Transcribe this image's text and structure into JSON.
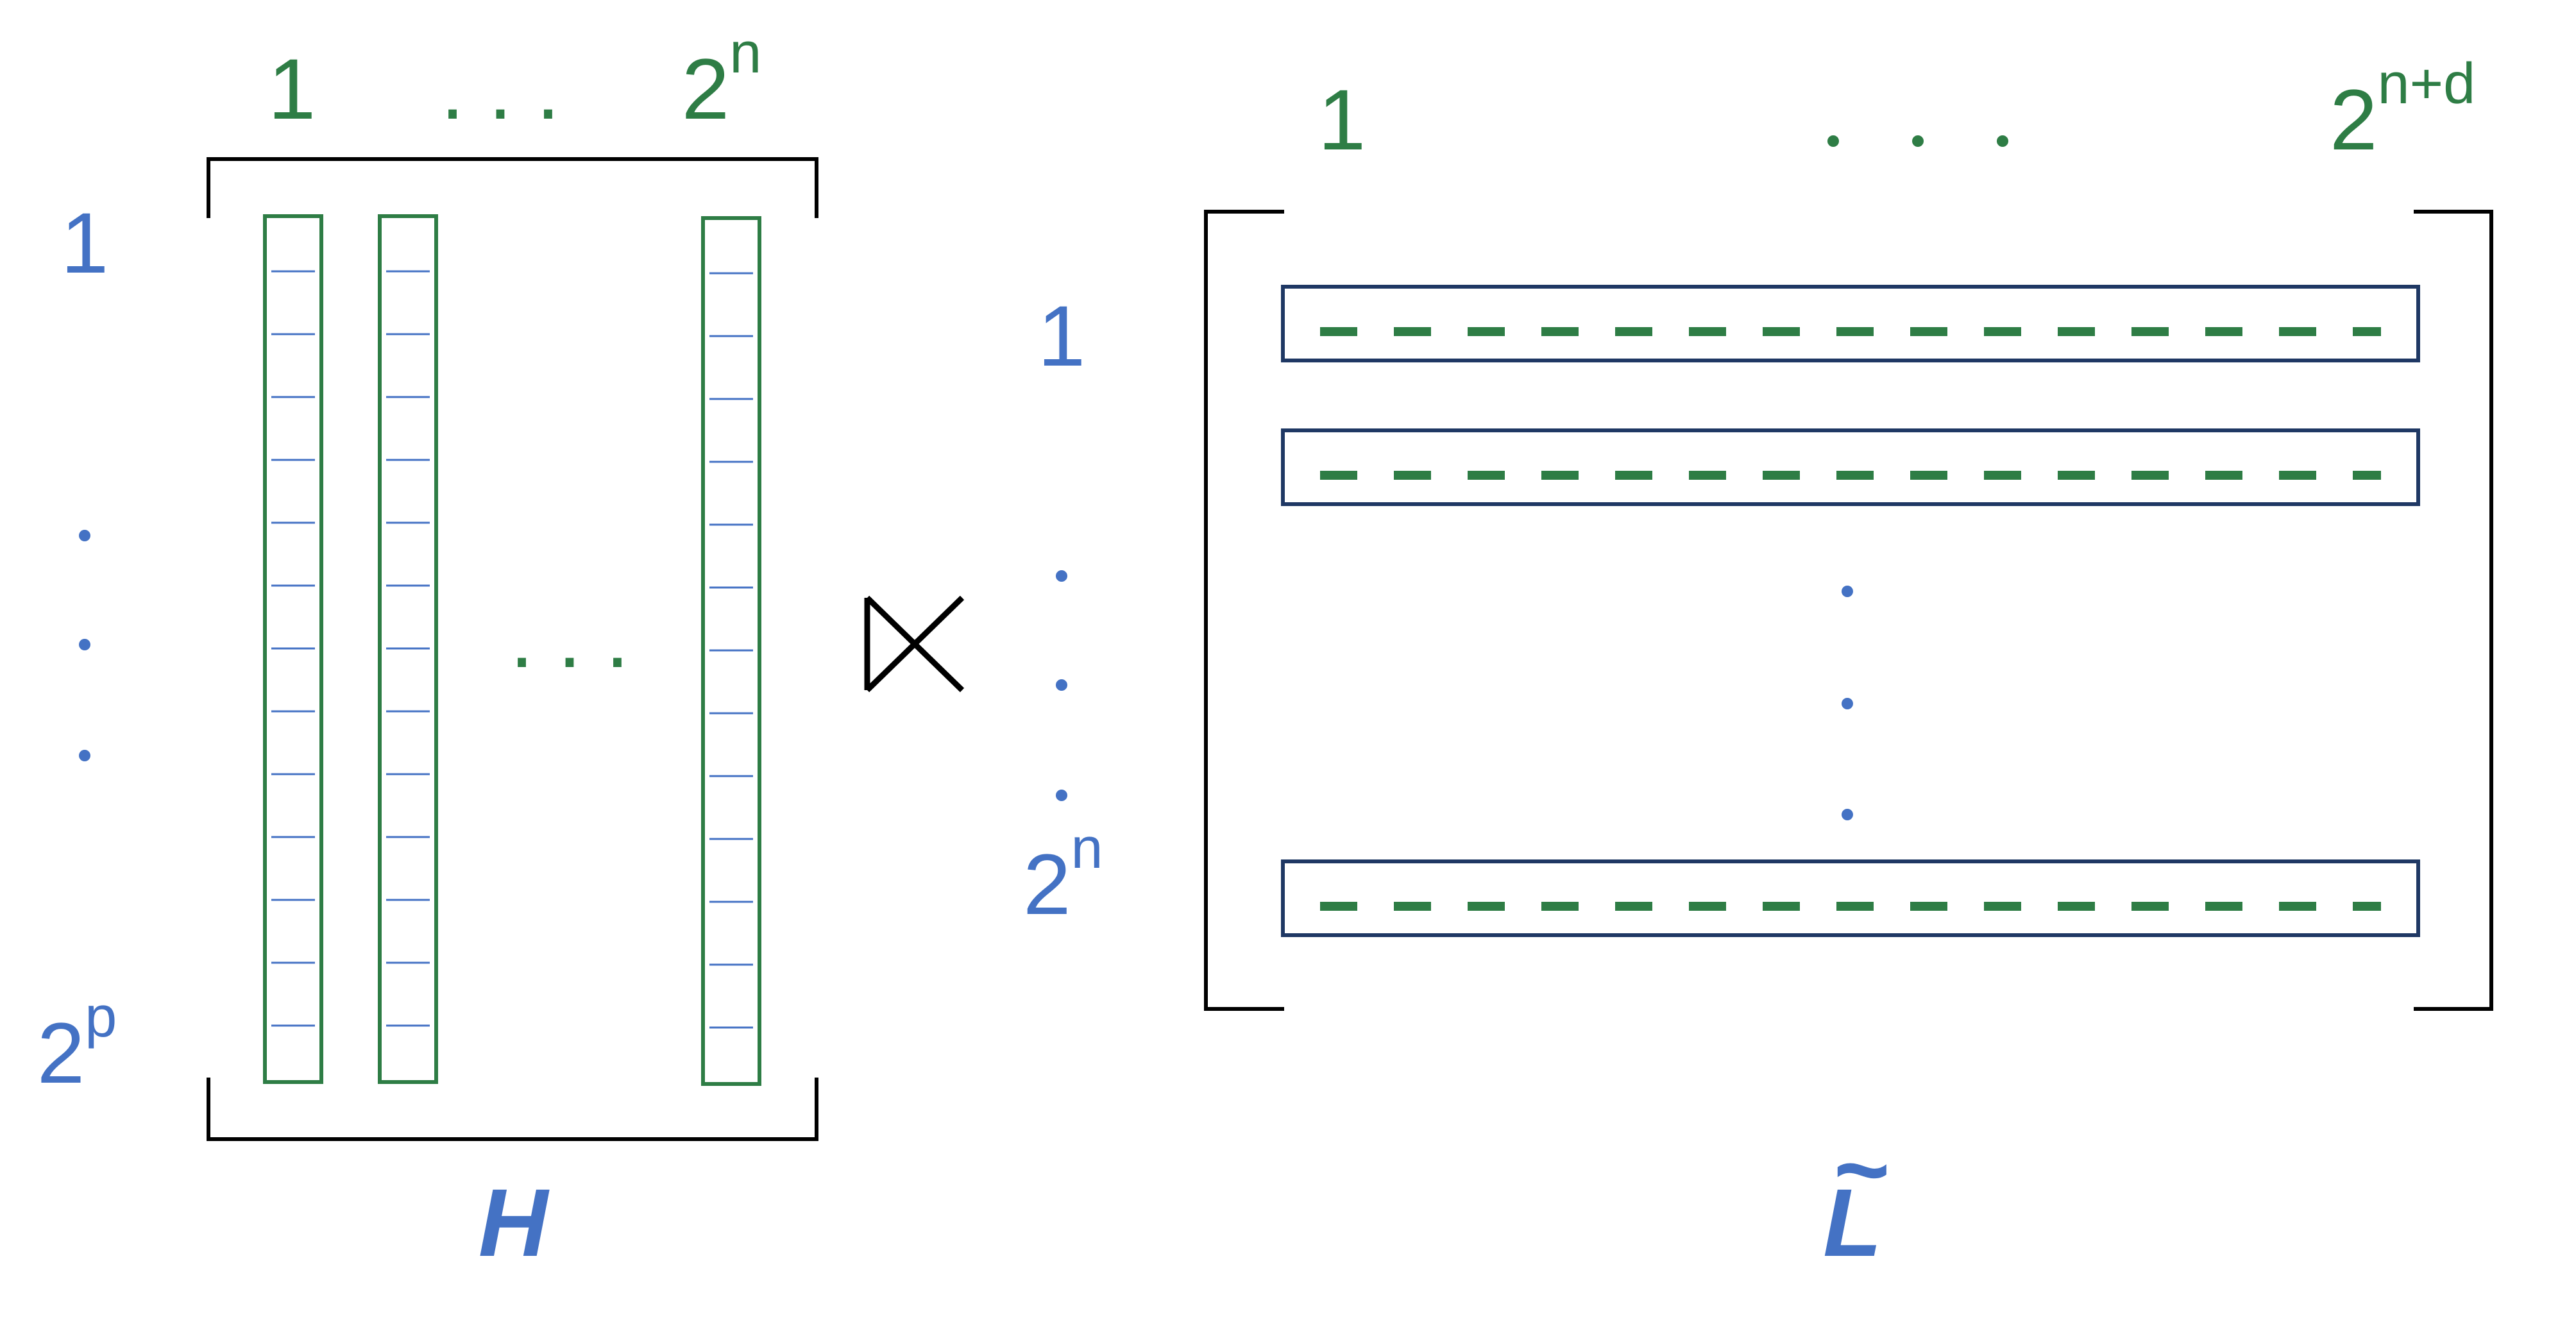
{
  "colors": {
    "green": "#2e7d45",
    "blue": "#4472c4",
    "navy": "#1f3864",
    "black": "#000000"
  },
  "matrix_h": {
    "name": "H",
    "col_label_first": "1",
    "col_label_ellipsis": ". . .",
    "col_label_last_base": "2",
    "col_label_last_exp": "n",
    "row_label_first": "1",
    "row_label_last_base": "2",
    "row_label_last_exp": "p",
    "inner_ellipsis": ". . ."
  },
  "operator": {
    "symbol": "left-semijoin-icon"
  },
  "matrix_l": {
    "name": "L",
    "name_accent": "~",
    "col_label_first": "1",
    "col_label_ellipsis": ". . .",
    "col_label_last_base": "2",
    "col_label_last_exp": "n+d",
    "row_label_first": "1",
    "row_label_last_base": "2",
    "row_label_last_exp": "n"
  }
}
